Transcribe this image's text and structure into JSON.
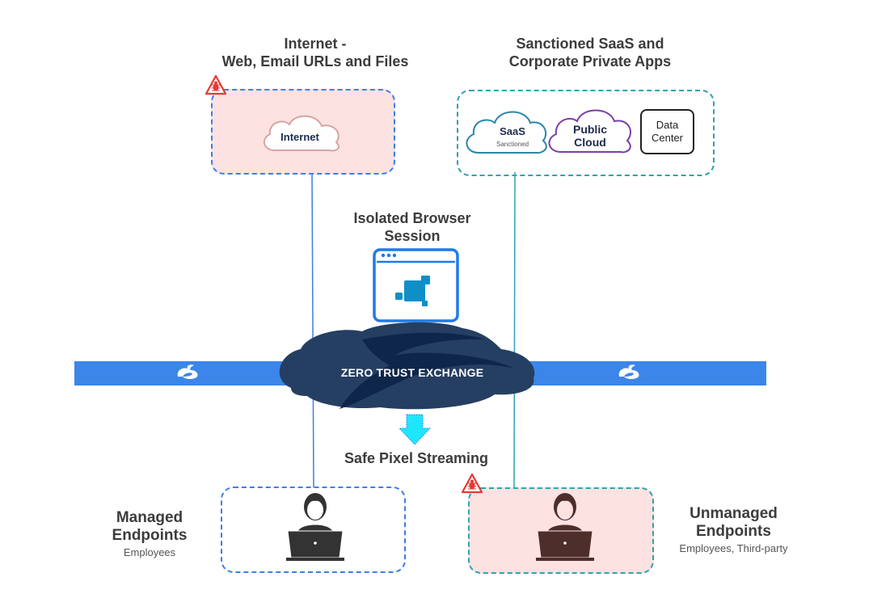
{
  "internet_group": {
    "title_line1": "Internet -",
    "title_line2": "Web, Email URLs and Files",
    "cloud_label": "Internet",
    "risk_icon": "malware-warning-icon"
  },
  "apps_group": {
    "title_line1": "Sanctioned SaaS and",
    "title_line2": "Corporate Private  Apps",
    "saas": {
      "label": "SaaS",
      "sublabel": "Sanctioned"
    },
    "public_cloud": {
      "line1": "Public",
      "line2": "Cloud"
    },
    "data_center": {
      "line1": "Data",
      "line2": "Center"
    }
  },
  "isolation": {
    "title_line1": "Isolated Browser",
    "title_line2": "Session",
    "icon": "isolated-browser-icon"
  },
  "exchange": {
    "label": "ZERO TRUST  EXCHANGE",
    "left_logo": "zscaler-logo-icon",
    "right_logo": "zscaler-logo-icon"
  },
  "streaming": {
    "label": "Safe Pixel Streaming",
    "icon": "down-arrow-icon"
  },
  "managed": {
    "title_line1": "Managed",
    "title_line2": "Endpoints",
    "subtitle": "Employees"
  },
  "unmanaged": {
    "title_line1": "Unmanaged",
    "title_line2": "Endpoints",
    "subtitle": "Employees, Third-party",
    "risk_icon": "malware-warning-icon"
  },
  "colors": {
    "connector_blue": "#3f7fe6",
    "connector_teal": "#2fa3b0",
    "risk_fill": "#fde2e2",
    "exchange_bar": "#3b86e8",
    "cloud_navy": "#253f62",
    "arrow_cyan": "#1ee6ff"
  }
}
